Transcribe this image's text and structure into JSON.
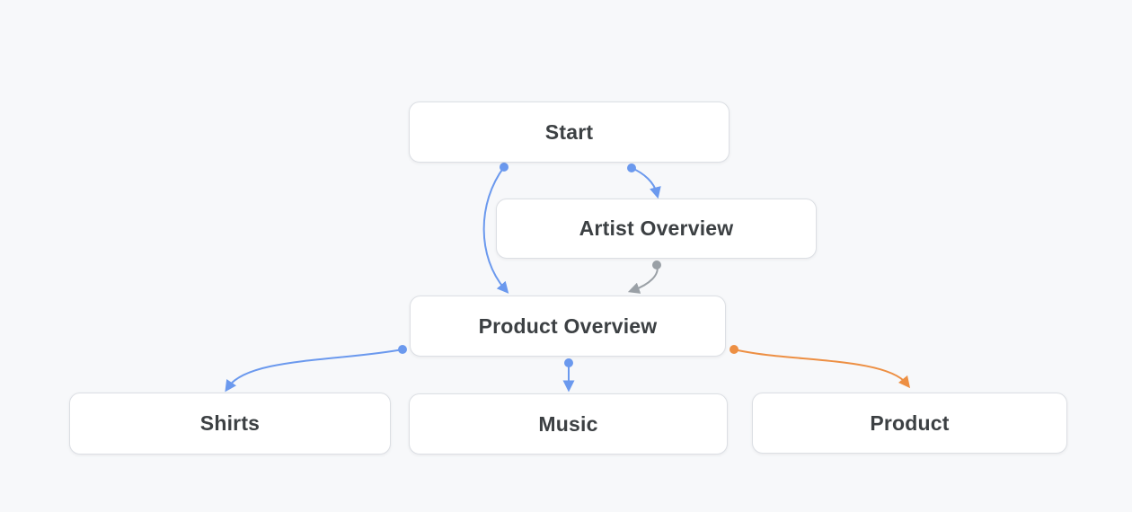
{
  "diagram": {
    "nodes": [
      {
        "id": "start",
        "label": "Start"
      },
      {
        "id": "artist-overview",
        "label": "Artist Overview"
      },
      {
        "id": "product-overview",
        "label": "Product Overview"
      },
      {
        "id": "shirts",
        "label": "Shirts"
      },
      {
        "id": "music",
        "label": "Music"
      },
      {
        "id": "product",
        "label": "Product"
      }
    ],
    "edges": [
      {
        "from": "start",
        "to": "product-overview",
        "color": "blue"
      },
      {
        "from": "start",
        "to": "artist-overview",
        "color": "blue"
      },
      {
        "from": "artist-overview",
        "to": "product-overview",
        "color": "gray"
      },
      {
        "from": "product-overview",
        "to": "shirts",
        "color": "blue"
      },
      {
        "from": "product-overview",
        "to": "music",
        "color": "blue"
      },
      {
        "from": "product-overview",
        "to": "product",
        "color": "orange"
      }
    ]
  },
  "colors": {
    "edge_blue": "#6b99ee",
    "edge_gray": "#9aa0a6",
    "edge_orange": "#ed8f43",
    "node_bg": "#ffffff",
    "node_border": "#dcdfe4",
    "node_text": "#3c4043",
    "canvas_bg": "#f7f8fa"
  }
}
